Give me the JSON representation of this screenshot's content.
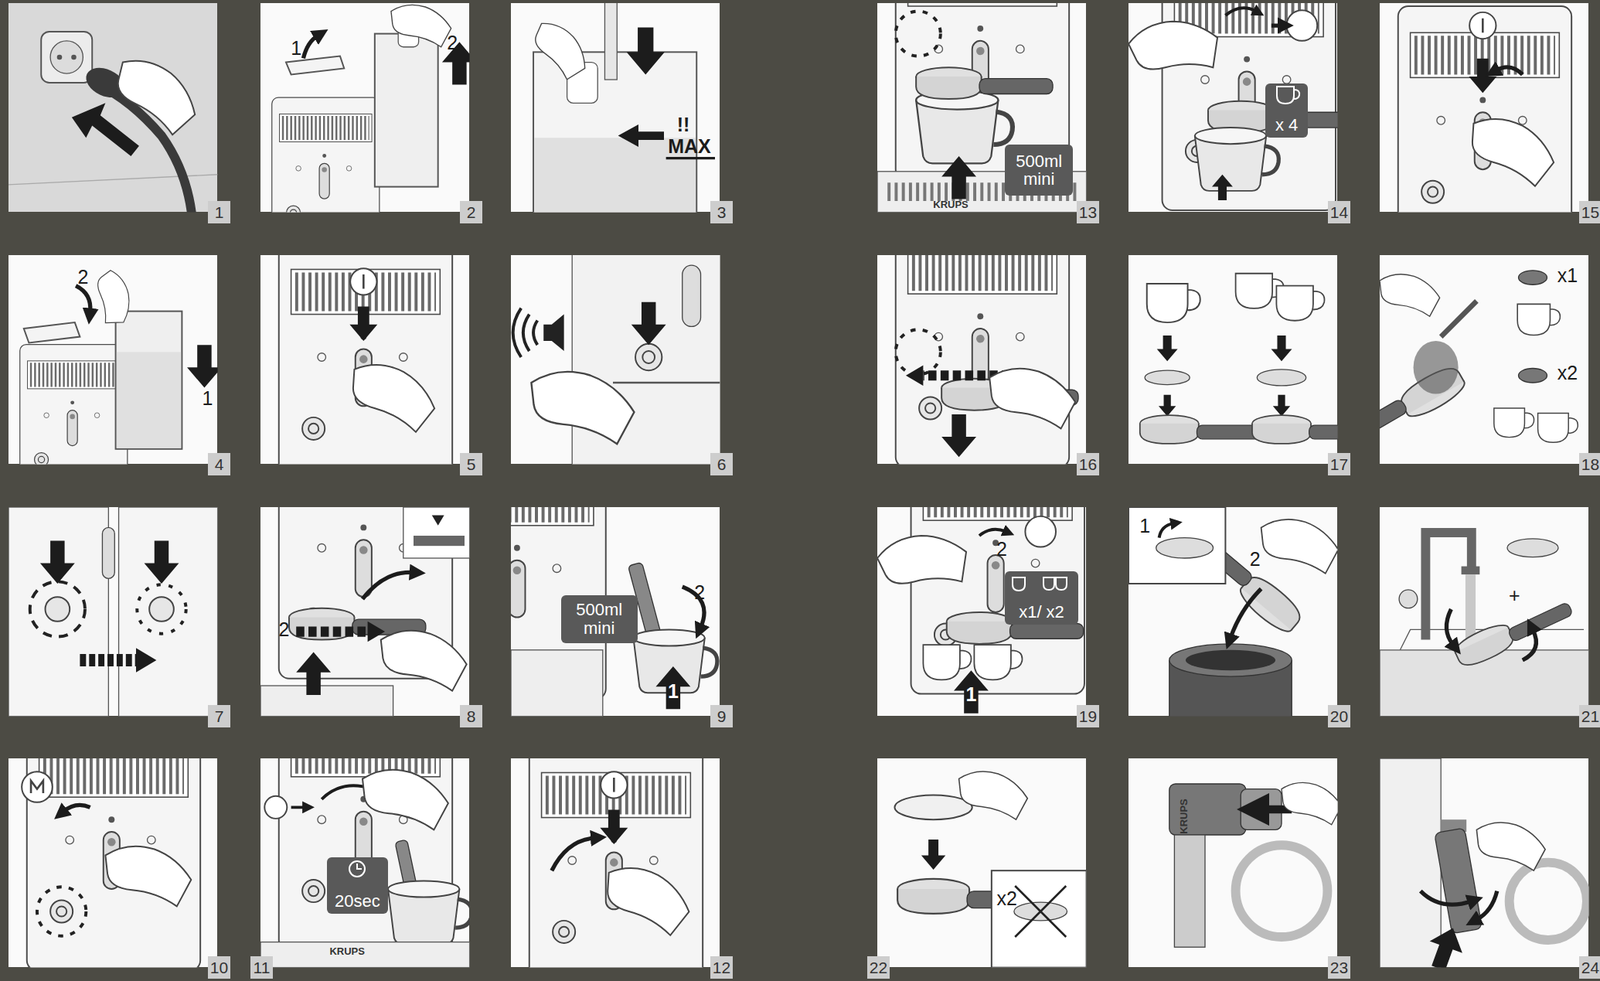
{
  "diagram": {
    "nodes": [
      {
        "text": [
          "1"
        ]
      },
      {
        "text": [
          "2"
        ]
      },
      {
        "text": [
          "3"
        ]
      },
      {
        "text": [
          "4"
        ]
      },
      {
        "text": [
          "5"
        ]
      },
      {
        "text": [
          "6"
        ]
      },
      {
        "text": [
          "7"
        ]
      },
      {
        "text": [
          "8"
        ]
      },
      {
        "text": [
          "9"
        ]
      },
      {
        "text": [
          "10"
        ]
      },
      {
        "text": [
          "11"
        ]
      },
      {
        "text": [
          "12"
        ]
      },
      {
        "text": [
          "13"
        ]
      },
      {
        "text": [
          "14"
        ]
      },
      {
        "text": [
          "15"
        ]
      },
      {
        "text": [
          "16"
        ]
      },
      {
        "text": [
          "17"
        ]
      },
      {
        "text": [
          "18"
        ]
      },
      {
        "text": [
          "19"
        ]
      },
      {
        "text": [
          "20"
        ]
      },
      {
        "text": [
          "21"
        ]
      },
      {
        "text": [
          "22"
        ]
      },
      {
        "text": [
          "23"
        ]
      },
      {
        "text": [
          "24"
        ]
      },
      {
        "text": [
          "500ml mini"
        ],
        "in": 8
      },
      {
        "text": [
          "20sec"
        ],
        "in": 10
      },
      {
        "text": [
          "500ml mini"
        ],
        "in": 12
      },
      {
        "text": [
          "x 4"
        ],
        "in": 13
      },
      {
        "text": [
          "x1/ x2"
        ],
        "in": 18
      }
    ],
    "labels": [
      "1",
      "2",
      "!!",
      "MAX",
      "2",
      "1",
      "2",
      "1",
      "2",
      "1",
      "KRUPS",
      "KRUPS",
      "x1",
      "x2",
      "2",
      "1",
      "1",
      "2",
      "+",
      "x2",
      "KRUPS"
    ]
  }
}
